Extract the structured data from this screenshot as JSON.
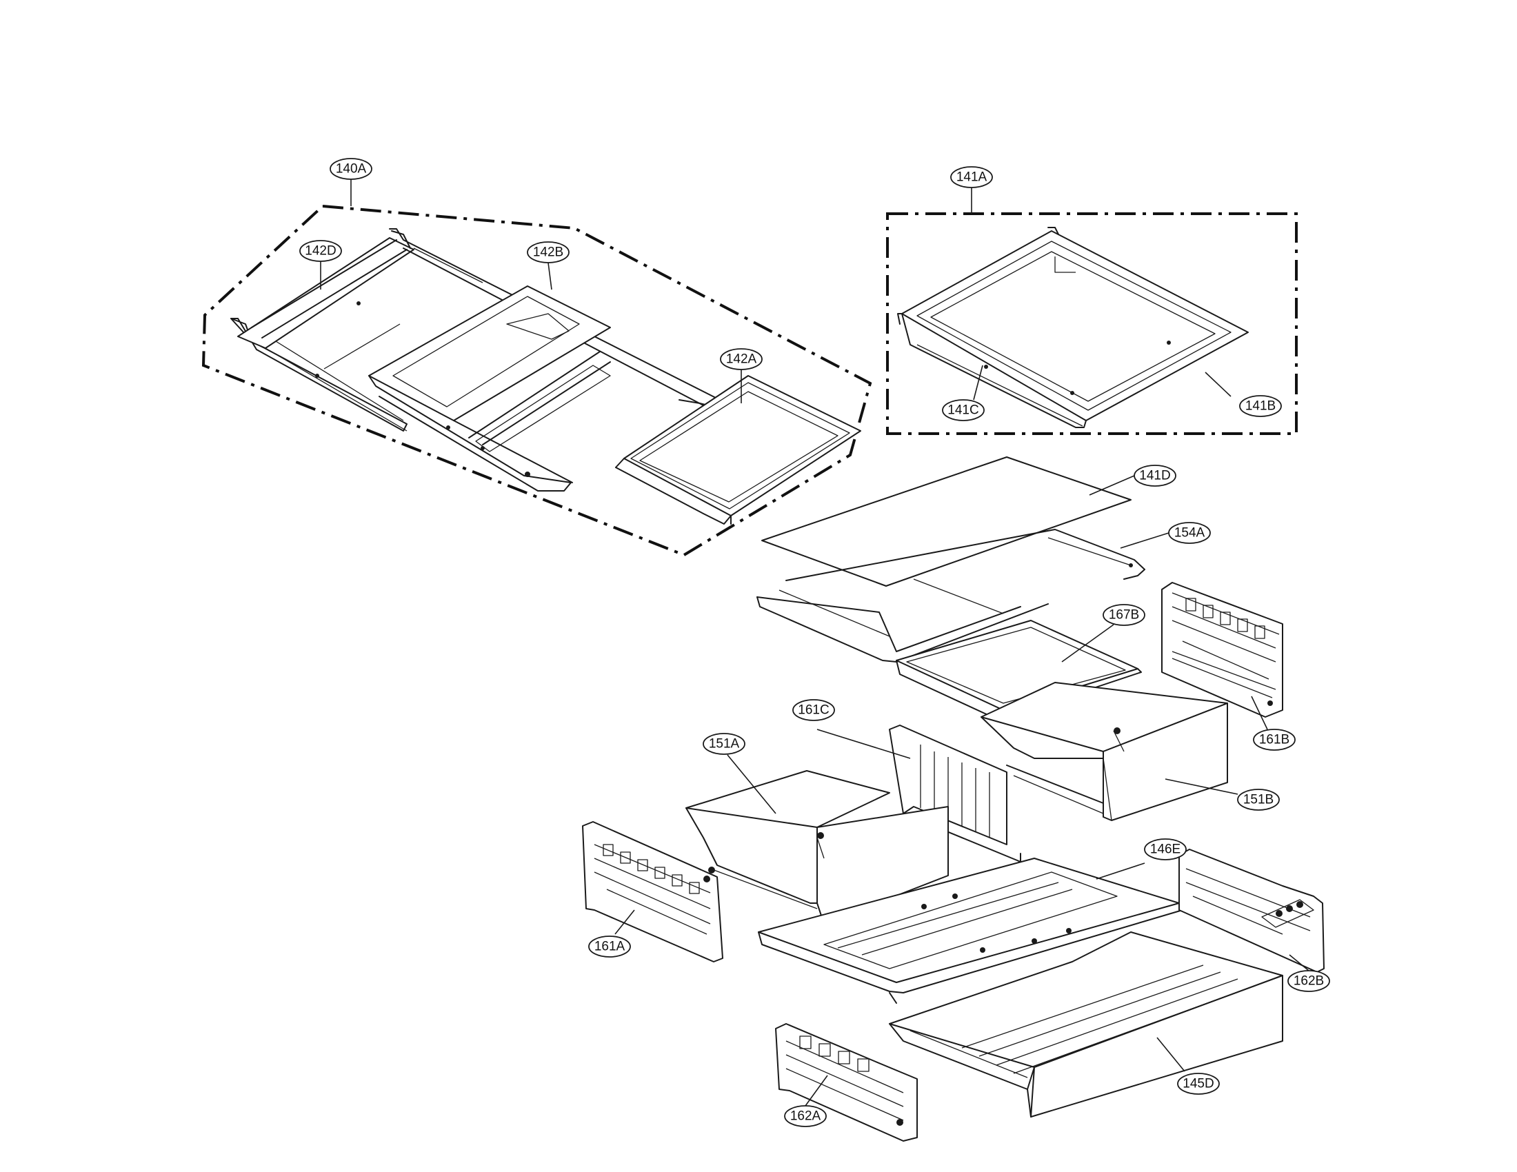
{
  "callouts": {
    "c140A": "140A",
    "c141A": "141A",
    "c142D": "142D",
    "c142B": "142B",
    "c142A": "142A",
    "c141C": "141C",
    "c141B": "141B",
    "c141D": "141D",
    "c154A": "154A",
    "c167B": "167B",
    "c161C": "161C",
    "c151A": "151A",
    "c161B": "161B",
    "c151B": "151B",
    "c146E": "146E",
    "c161A": "161A",
    "c162B": "162B",
    "c145D": "145D",
    "c162A": "162A"
  }
}
